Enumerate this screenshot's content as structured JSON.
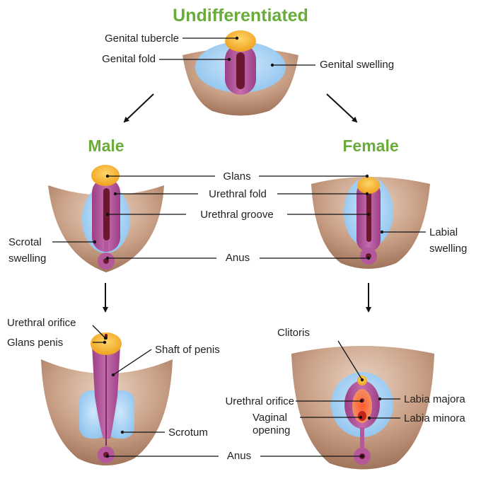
{
  "headings": {
    "top": "Undifferentiated",
    "male": "Male",
    "female": "Female"
  },
  "labels": {
    "genital_tubercle": "Genital tubercle",
    "genital_fold": "Genital fold",
    "genital_swelling": "Genital swelling",
    "glans": "Glans",
    "urethral_fold": "Urethral fold",
    "urethral_groove": "Urethral groove",
    "scrotal_swelling_1": "Scrotal",
    "scrotal_swelling_2": "swelling",
    "labial_swelling_1": "Labial",
    "labial_swelling_2": "swelling",
    "anus_mid": "Anus",
    "urethral_orifice_male": "Urethral orifice",
    "glans_penis": "Glans penis",
    "shaft_of_penis": "Shaft of penis",
    "scrotum": "Scrotum",
    "anus_bottom": "Anus",
    "clitoris": "Clitoris",
    "urethral_orifice_female": "Urethral orifice",
    "vaginal_opening_1": "Vaginal",
    "vaginal_opening_2": "opening",
    "labia_majora": "Labia majora",
    "labia_minora": "Labia minora"
  },
  "colors": {
    "heading": "#6aac3c",
    "skin": "#b98d72",
    "swelling": "#a9d4f5",
    "fold": "#b4589b",
    "groove": "#6b1730",
    "glans": "#f5b731",
    "vestibule": "#e8724f",
    "line": "#111111"
  }
}
